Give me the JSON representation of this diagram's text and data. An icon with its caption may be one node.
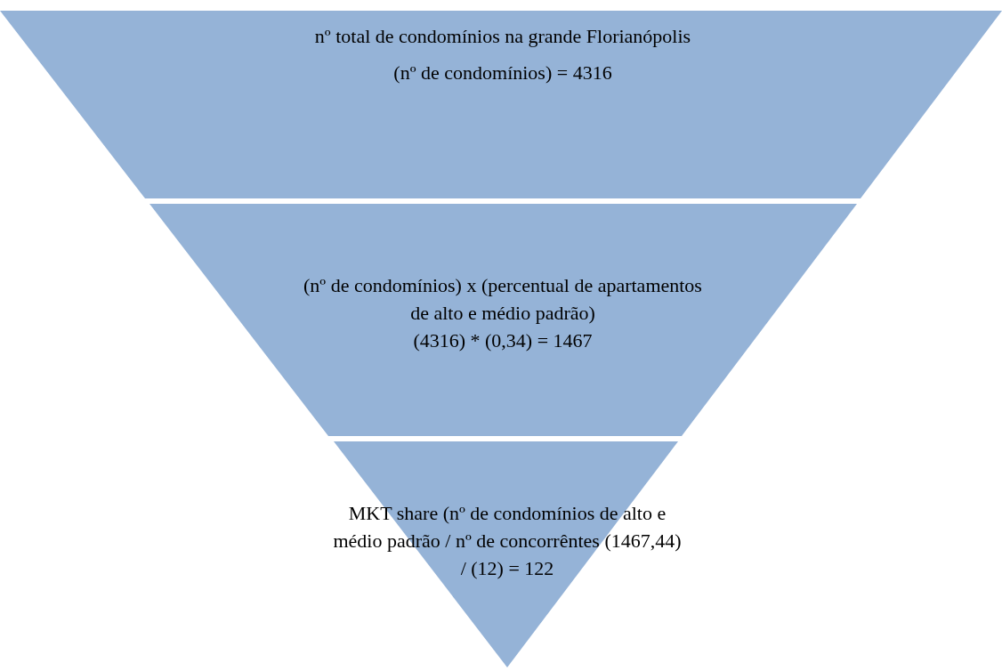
{
  "diagram": {
    "nodes": [
      {
        "text": [
          "nº total de condomínios na grande Florianópolis",
          "(nº de condomínios) = 4316"
        ]
      },
      {
        "text": [
          "(nº de condomínios) x (percentual de apartamentos de alto e médio padrão)",
          "(4316) * (0,34) = 1467"
        ]
      },
      {
        "text": [
          "MKT share (nº de condomínios de alto e médio padrão / nº de concorrêntes (1467,44) / (12) = 122"
        ]
      }
    ]
  }
}
